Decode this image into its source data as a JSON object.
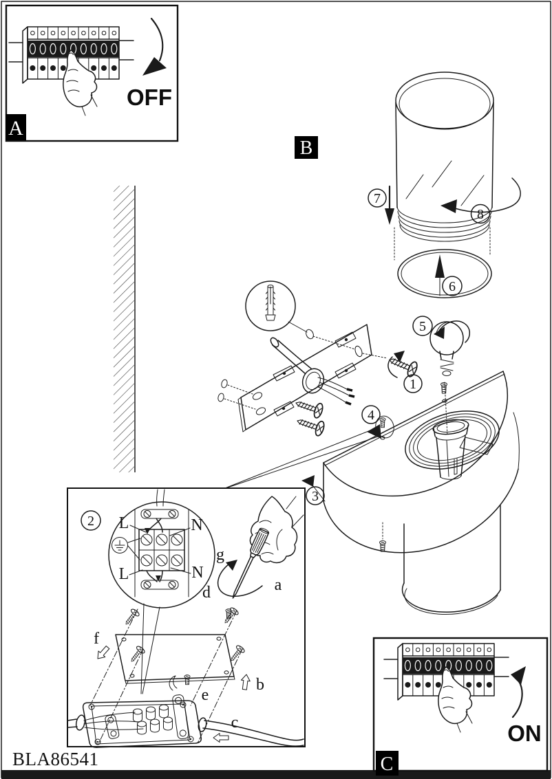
{
  "document": {
    "part_number": "BLA86541"
  },
  "panel_a": {
    "label": "A",
    "breaker_state": "OFF"
  },
  "panel_b": {
    "label": "B"
  },
  "panel_c": {
    "label": "C",
    "breaker_state": "ON"
  },
  "callouts": {
    "s1": "1",
    "s2": "2",
    "s3": "3",
    "s4": "4",
    "s5": "5",
    "s6": "6",
    "s7": "7",
    "s8": "8"
  },
  "wiring_labels": {
    "line_top": "L",
    "neutral_top": "N",
    "line_bottom": "L",
    "neutral_bottom": "N"
  },
  "step_letters": {
    "a": "a",
    "b": "b",
    "c": "c",
    "d": "d",
    "e": "e",
    "f": "f",
    "g": "g"
  },
  "colors": {
    "ink": "#1a1a1a",
    "projection_line": "#d96f6f",
    "panel_label_bg": "#000000"
  }
}
